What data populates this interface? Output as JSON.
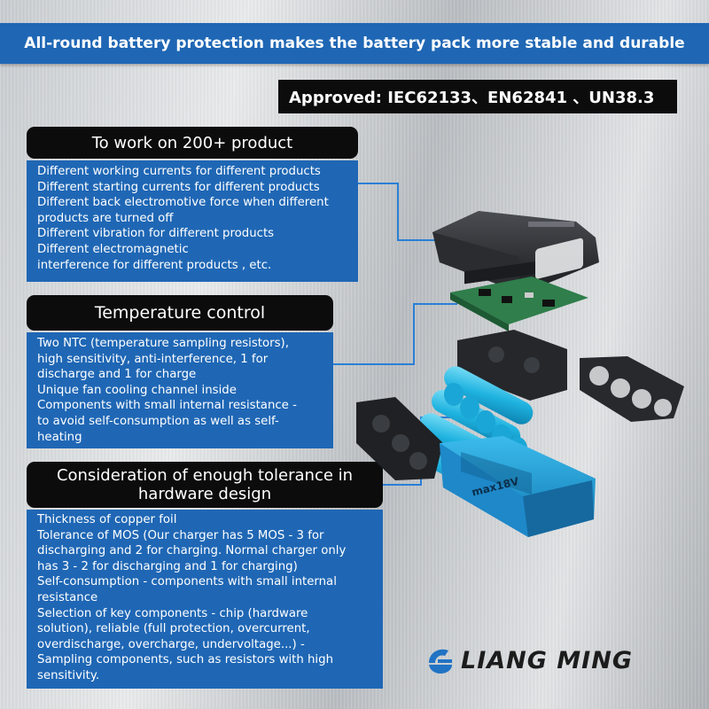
{
  "banner": {
    "text": "All-round battery protection makes the battery pack more stable and durable"
  },
  "approved": {
    "text": "Approved:  IEC62133、EN62841  、UN38.3"
  },
  "sections": [
    {
      "title": "To work on 200+ product",
      "lines": [
        "Different working currents for different products",
        "Different starting currents for different products",
        "Different back electromotive force when different",
        "products are turned off",
        "Different vibration for different products",
        "Different electromagnetic",
        "interference for different products , etc."
      ]
    },
    {
      "title": "Temperature  control",
      "lines": [
        "Two NTC (temperature sampling resistors),",
        "high sensitivity, anti-interference, 1 for",
        "discharge and 1 for charge",
        "Unique  fan cooling channel inside",
        "Components with small internal resistance -",
        "to avoid self-consumption as well as self-",
        "heating"
      ]
    },
    {
      "title_lines": [
        "Consideration of enough tolerance in",
        "hardware design"
      ],
      "lines": [
        "Thickness of copper foil",
        "Tolerance of MOS  (Our charger has 5 MOS - 3 for",
        "discharging and 2 for charging. Normal charger only",
        "has 3 - 2 for discharging and 1 for charging)",
        "Self-consumption - components with small internal",
        "resistance",
        "Selection of key components - chip (hardware",
        "solution), reliable (full protection, overcurrent,",
        "overdischarge, overcharge, undervoltage...) -",
        "Sampling components, such as resistors with high",
        "sensitivity."
      ]
    }
  ],
  "product": {
    "case_label": "max18V"
  },
  "logo": {
    "text": "LIANG MING",
    "icon": "liangming-logo-icon"
  },
  "colors": {
    "banner": "#1f67b5",
    "header": "#0c0c0c",
    "cell": "#1fb3e0",
    "case": "#1a9ed8"
  }
}
